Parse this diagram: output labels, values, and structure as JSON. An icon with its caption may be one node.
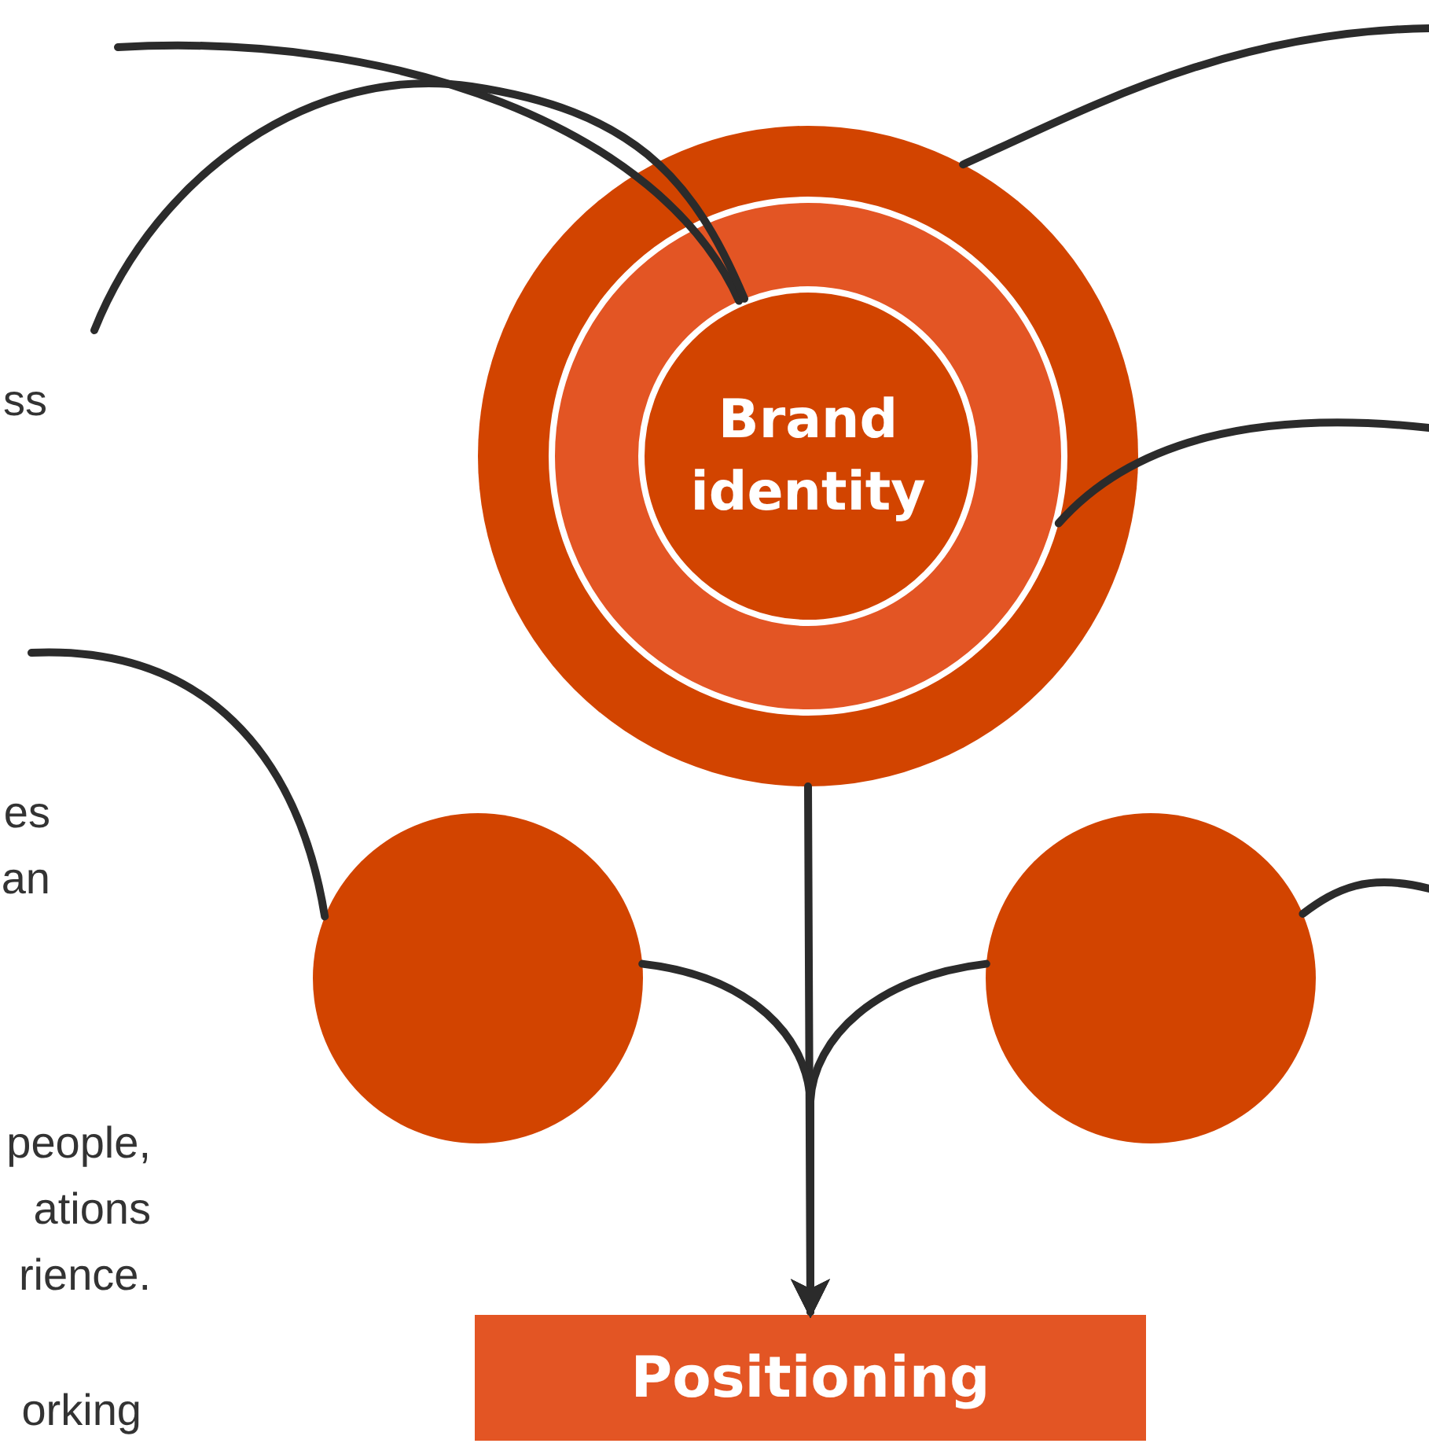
{
  "diagram": {
    "nodes": [
      {
        "text": [],
        "shape": "circle"
      },
      {
        "text": [],
        "shape": "circle",
        "in": 0
      },
      {
        "text": [
          "Brand identity"
        ],
        "in": 1
      },
      {
        "text": [],
        "shape": "circle"
      },
      {
        "text": [],
        "shape": "circle"
      },
      {
        "text": [
          "Positioning"
        ]
      }
    ],
    "edges": [
      {
        "from": null,
        "to": 2,
        "arrow": "none"
      },
      {
        "from": null,
        "to": 2,
        "arrow": "none"
      },
      {
        "from": null,
        "to": 0,
        "arrow": "none"
      },
      {
        "from": null,
        "to": 1,
        "arrow": "none"
      },
      {
        "from": null,
        "to": 3,
        "arrow": "none"
      },
      {
        "from": null,
        "to": 4,
        "arrow": "none"
      },
      {
        "from": 0,
        "to": 5,
        "arrow": "to"
      },
      {
        "from": 3,
        "to": 5,
        "arrow": "to"
      },
      {
        "from": 4,
        "to": 5,
        "arrow": "to"
      }
    ],
    "labels": [
      "ss",
      "es an",
      "people, ations rience.",
      "orking"
    ]
  }
}
